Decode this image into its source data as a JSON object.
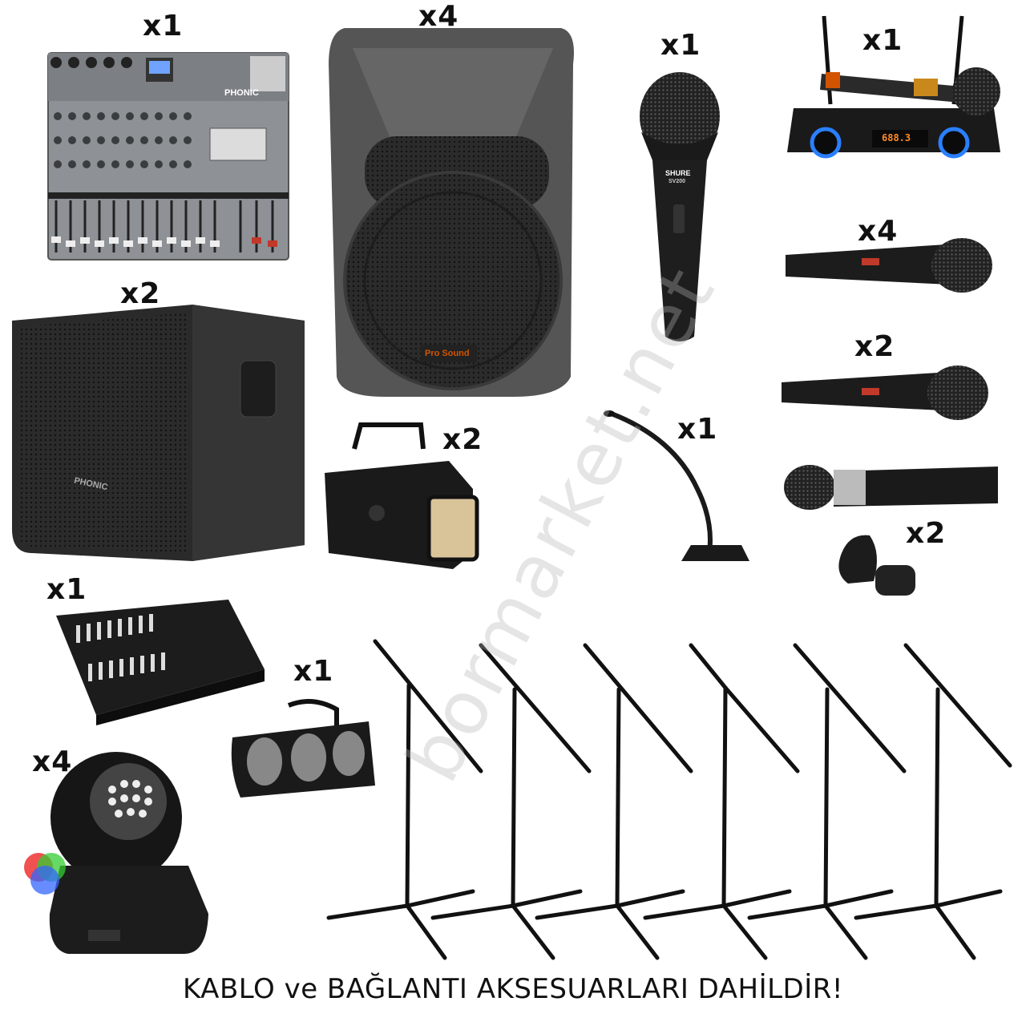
{
  "items": [
    {
      "id": "mixer",
      "qty": "x1",
      "brand": "PHONIC"
    },
    {
      "id": "speaker",
      "qty": "x4",
      "brand": "Pro Sound"
    },
    {
      "id": "wired-mic-shure",
      "qty": "x1",
      "brand": "SHURE",
      "model": "SV200"
    },
    {
      "id": "wireless-mic-set",
      "qty": "x1",
      "display": "688.3"
    },
    {
      "id": "handheld-mic-a",
      "qty": "x4"
    },
    {
      "id": "subwoofer",
      "qty": "x2",
      "brand": "PHONIC"
    },
    {
      "id": "handheld-mic-b",
      "qty": "x2"
    },
    {
      "id": "profile-spot",
      "qty": "x2"
    },
    {
      "id": "gooseneck-mic",
      "qty": "x1"
    },
    {
      "id": "mic-clips",
      "qty": "x2"
    },
    {
      "id": "dmx-controller",
      "qty": "x1"
    },
    {
      "id": "derby-light",
      "qty": "x1"
    },
    {
      "id": "moving-head",
      "qty": "x4"
    }
  ],
  "footer": "KABLO ve BAĞLANTI AKSESUARLARI DAHİLDİR!",
  "watermark": "bormarket.net",
  "colors": {
    "device": "#2a2a2a",
    "speaker": "#4a4a4a",
    "accent": "#c0392b",
    "blue": "#2a7fff"
  }
}
